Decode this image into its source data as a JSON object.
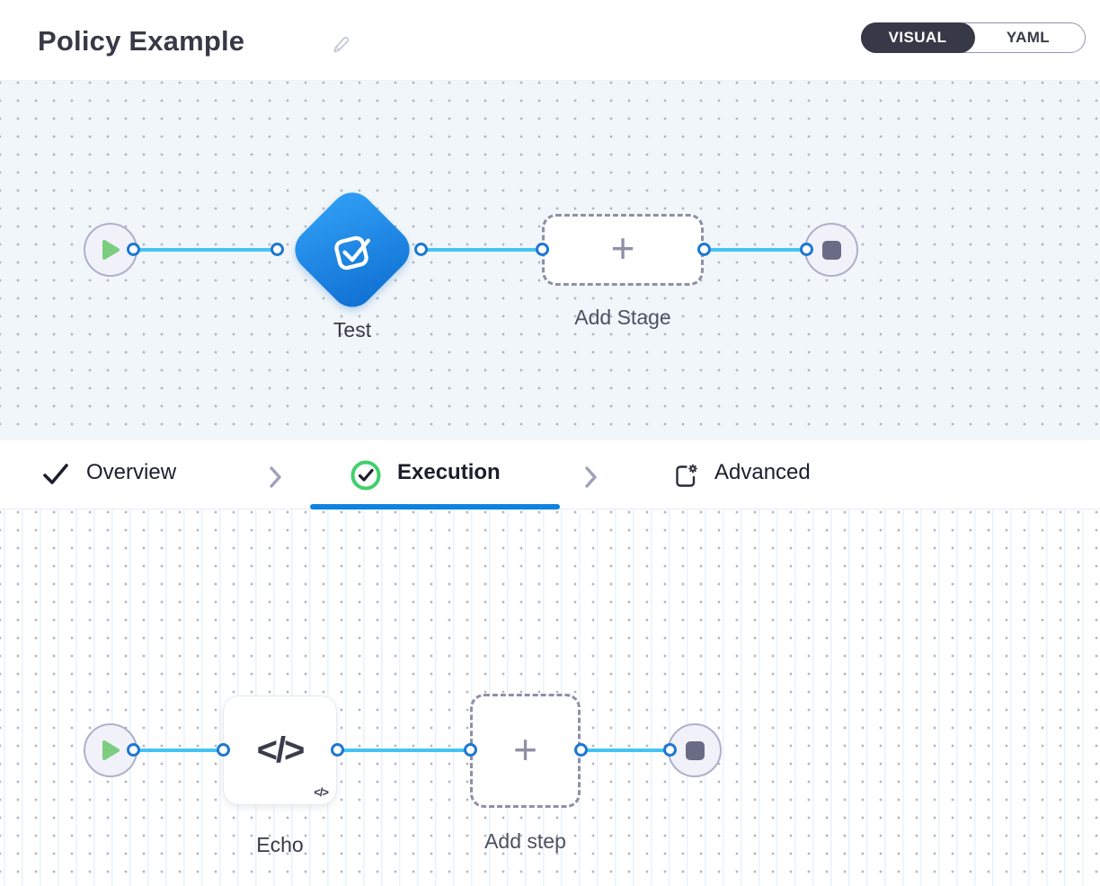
{
  "header": {
    "title": "Policy Example",
    "view_toggle": {
      "options": [
        "VISUAL",
        "YAML"
      ],
      "selected": "VISUAL"
    }
  },
  "stage_pipeline": {
    "stage": {
      "label": "Test",
      "type": "approval-stage"
    },
    "add_stage": {
      "label": "Add Stage"
    }
  },
  "tabs": {
    "items": [
      {
        "label": "Overview",
        "state": "complete"
      },
      {
        "label": "Execution",
        "state": "active"
      },
      {
        "label": "Advanced",
        "state": "default"
      }
    ],
    "active": "Execution"
  },
  "step_pipeline": {
    "step": {
      "label": "Echo",
      "type": "script-step"
    },
    "add_step": {
      "label": "Add step"
    }
  },
  "icons": {
    "plus": "+",
    "code": "</>",
    "code_small": "</>"
  },
  "colors": {
    "primary_blue": "#0d82e0",
    "connector_blue": "#45c4f3",
    "endpoint_border": "#1f78d1",
    "stage_gradient_start": "#31a0f6",
    "stage_gradient_end": "#0f6fd2",
    "success_green": "#3ed06c",
    "play_green": "#7ccd80",
    "dark": "#383946",
    "node_border": "#aeb0cb",
    "dashed_border": "#8e90a8"
  }
}
